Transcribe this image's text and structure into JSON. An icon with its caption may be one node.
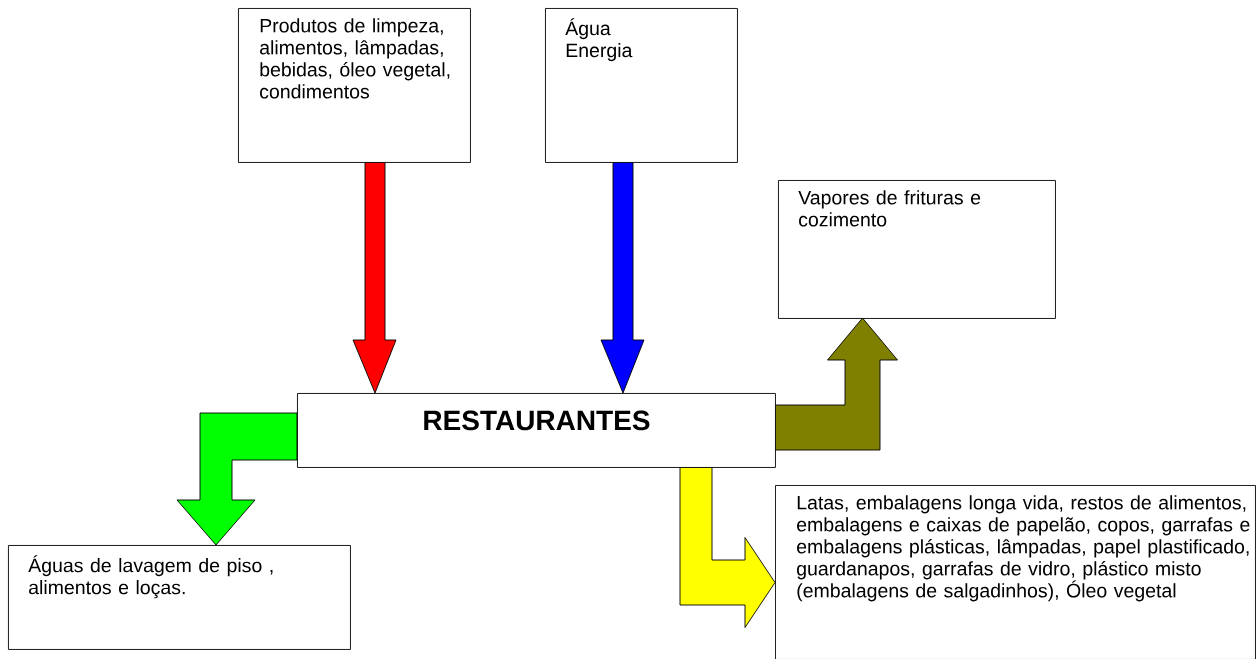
{
  "diagram": {
    "nodes": [
      {
        "text": [
          "Produtos de limpeza, alimentos, lâmpadas, bebidas, óleo vegetal, condimentos"
        ]
      },
      {
        "text": [
          "Água",
          "Energia"
        ]
      },
      {
        "text": [
          "Vapores de frituras e cozimento"
        ]
      },
      {
        "text": [
          "RESTAURANTES"
        ]
      },
      {
        "text": [
          "Águas de lavagem de piso , alimentos e loças."
        ]
      },
      {
        "text": [
          "Latas, embalagens longa vida, restos de alimentos, embalagens e caixas de papelão, copos, garrafas e embalagens plásticas, lâmpadas, papel plastificado, guardanapos, garrafas de vidro, plástico misto (embalagens de salgadinhos), Óleo vegetal"
        ]
      }
    ],
    "edges": [
      {
        "from": 0,
        "to": 3,
        "arrow": "to",
        "color": "#ff0000"
      },
      {
        "from": 1,
        "to": 3,
        "arrow": "to",
        "color": "#0000ff"
      },
      {
        "from": 3,
        "to": 2,
        "arrow": "to",
        "color": "#808000"
      },
      {
        "from": 3,
        "to": 4,
        "arrow": "to",
        "color": "#00ff00"
      },
      {
        "from": 3,
        "to": 5,
        "arrow": "to",
        "color": "#ffff00"
      }
    ]
  }
}
